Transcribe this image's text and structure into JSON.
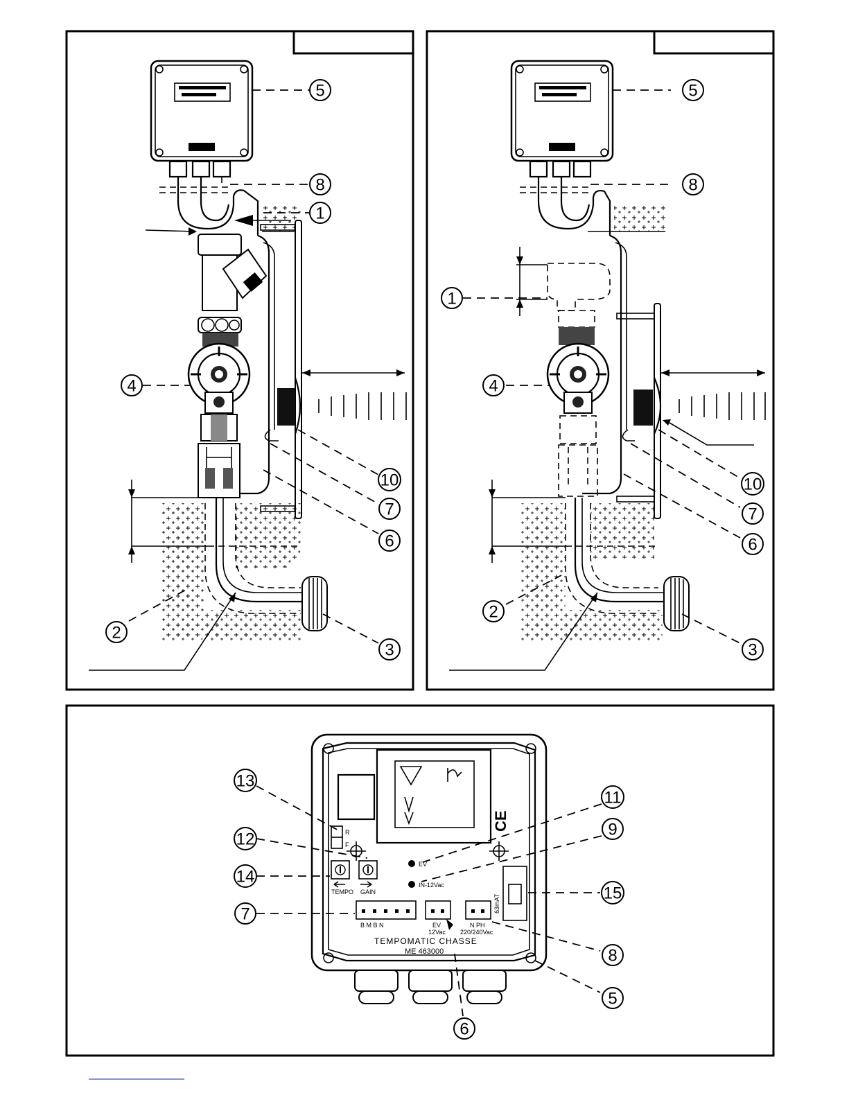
{
  "callouts": {
    "c1": "1",
    "c2": "2",
    "c3": "3",
    "c4": "4",
    "c5": "5",
    "c6": "6",
    "c7": "7",
    "c8": "8",
    "c9": "9",
    "c10": "10",
    "c11": "11",
    "c12": "12",
    "c13": "13",
    "c14": "14",
    "c15": "15"
  },
  "box_labels": {
    "switch_r": "R",
    "switch_f": "F",
    "ev_led": "EV",
    "in_led": "IN-12Vac",
    "tempo": "TEMPO",
    "gain": "GAIN",
    "fuse": "63mAT",
    "term1": "B  M  B       N",
    "term2_top": "EV",
    "term2_bot": "12Vac",
    "term3_top": "N  PH",
    "term3_bot": "220/240Vac",
    "product": "TEMPOMATIC CHASSE",
    "ref": "ME 463000"
  }
}
